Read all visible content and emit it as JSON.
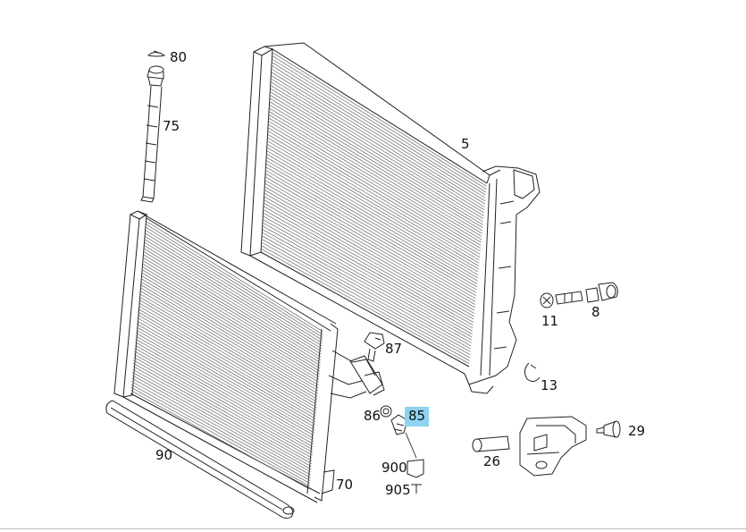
{
  "diagram": {
    "callouts": {
      "c5": "5",
      "c8": "8",
      "c11": "11",
      "c13": "13",
      "c26": "26",
      "c29": "29",
      "c70": "70",
      "c75": "75",
      "c80": "80",
      "c85": "85",
      "c86": "86",
      "c87": "87",
      "c90": "90",
      "c900": "900",
      "c905": "905"
    },
    "highlighted_callout": "85",
    "highlight_color": "#8fd3f0"
  }
}
